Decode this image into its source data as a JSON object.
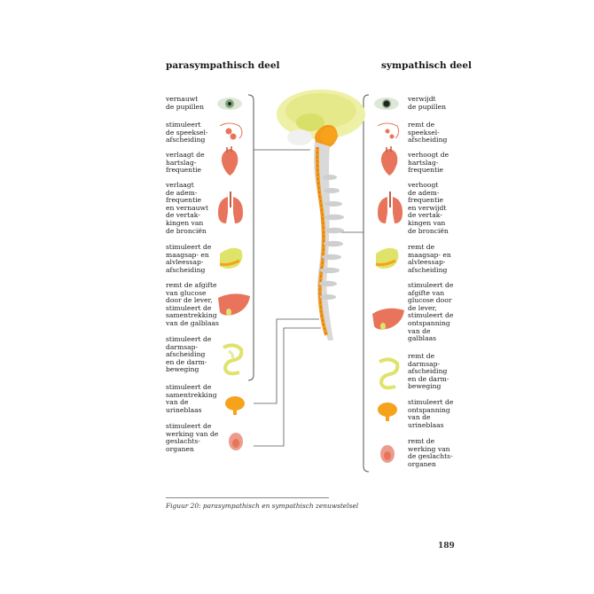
{
  "headings": {
    "left": "parasympathisch deel",
    "right": "sympathisch deel"
  },
  "left_items": [
    "vernauwt\nde pupillen",
    "stimuleert\nde speeksel-\nafscheiding",
    "verlaagt de\nhartslag-\nfrequentie",
    "verlaagt\nde adem-\nfrequentie\nen vernauwt\nde vertak-\nkingen van\nde bronciën",
    "stimuleert de\nmaagsap- en\nalvleessap-\nafscheiding",
    "remt de afgifte\nvan glucose\ndoor de lever,\nstimuleert de\nsamentrekking\nvan de galblaas",
    "stimuleert de\ndarmsap-\nafscheiding\nen de darm-\nbeweging",
    "stimuleert de\nsamentrekking\nvan de\nurineblaas",
    "stimuleert de\nwerking van de\ngeslachts-\norganen"
  ],
  "right_items": [
    "verwijdt\nde pupillen",
    "remt de\nspeeksel-\nafscheiding",
    "verhoogt de\nhartslag-\nfrequentie",
    "verhoogt\nde adem-\nfrequentie\nen verwijdt\nde vertak-\nkingen van\nde bronciën",
    "remt de\nmaagsap- en\nalvleessap-\nafscheiding",
    "stimuleert de\nafgifte van\nglucose door\nde lever,\nstimuleert de\nontspanning\nvan de\ngalblaas",
    "remt de\ndarmsap-\nafscheiding\nen de darm-\nbeweging",
    "stimuleert de\nontspanning\nvan de\nurineblaas",
    "remt de\nwerking van\nde geslachts-\norganen"
  ],
  "icons": [
    "eye-icon",
    "salivary-gland-icon",
    "heart-icon",
    "lungs-icon",
    "stomach-pancreas-icon",
    "liver-gallbladder-icon",
    "intestines-icon",
    "bladder-icon",
    "reproductive-organ-icon"
  ],
  "colors": {
    "brain": "#eef0a6",
    "brainstem": "#f49a1a",
    "spine": "#c8c8c8",
    "organ": "#e8745b",
    "yellow": "#dfe36a",
    "orange": "#f7a21b"
  },
  "caption": "Figuur 20: parasympathisch en sympathisch zenuwstelsel",
  "page_number": "189"
}
